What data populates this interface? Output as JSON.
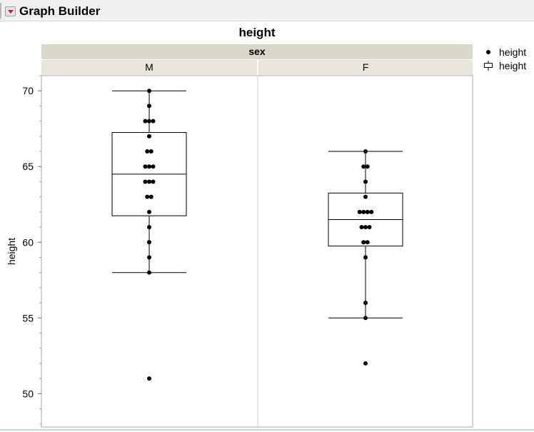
{
  "window": {
    "title": "Graph Builder"
  },
  "graph": {
    "title": "height",
    "group_label": "sex",
    "levels": [
      "M",
      "F"
    ]
  },
  "legend": {
    "items": [
      {
        "label": "height",
        "marker": "point-icon"
      },
      {
        "label": "height",
        "marker": "box-plot-icon"
      }
    ]
  },
  "chart_data": {
    "type": "box-and-points",
    "title": "height",
    "ylabel": "height",
    "xlabel": "sex",
    "ylim": [
      47.8,
      71
    ],
    "yticks": [
      50,
      55,
      60,
      65,
      70
    ],
    "grid": false,
    "legend_position": "right",
    "groups": [
      {
        "name": "M",
        "points": [
          {
            "y": 70,
            "n": 1
          },
          {
            "y": 69,
            "n": 1
          },
          {
            "y": 68,
            "n": 3
          },
          {
            "y": 67,
            "n": 1
          },
          {
            "y": 66,
            "n": 2
          },
          {
            "y": 65,
            "n": 3
          },
          {
            "y": 64,
            "n": 3
          },
          {
            "y": 63,
            "n": 2
          },
          {
            "y": 62,
            "n": 1
          },
          {
            "y": 61,
            "n": 1
          },
          {
            "y": 60,
            "n": 1
          },
          {
            "y": 59,
            "n": 1
          },
          {
            "y": 58,
            "n": 1
          },
          {
            "y": 51,
            "n": 1
          }
        ],
        "box": {
          "whisker_low": 58,
          "q1": 61.75,
          "median": 64.5,
          "q3": 67.25,
          "whisker_high": 70
        }
      },
      {
        "name": "F",
        "points": [
          {
            "y": 66,
            "n": 1
          },
          {
            "y": 65,
            "n": 2
          },
          {
            "y": 64,
            "n": 1
          },
          {
            "y": 63,
            "n": 1
          },
          {
            "y": 62,
            "n": 4
          },
          {
            "y": 61,
            "n": 3
          },
          {
            "y": 60,
            "n": 2
          },
          {
            "y": 59,
            "n": 1
          },
          {
            "y": 56,
            "n": 1
          },
          {
            "y": 55,
            "n": 1
          },
          {
            "y": 52,
            "n": 1
          }
        ],
        "box": {
          "whisker_low": 55,
          "q1": 59.75,
          "median": 61.5,
          "q3": 63.25,
          "whisker_high": 66
        }
      }
    ]
  },
  "colors": {
    "outline_bg": "#f0f0f0",
    "group_header_bg": "#d9d7c9",
    "level_bg": "#e8e6da",
    "disclosure_arrow": "#d21414",
    "marks": "#000000"
  }
}
